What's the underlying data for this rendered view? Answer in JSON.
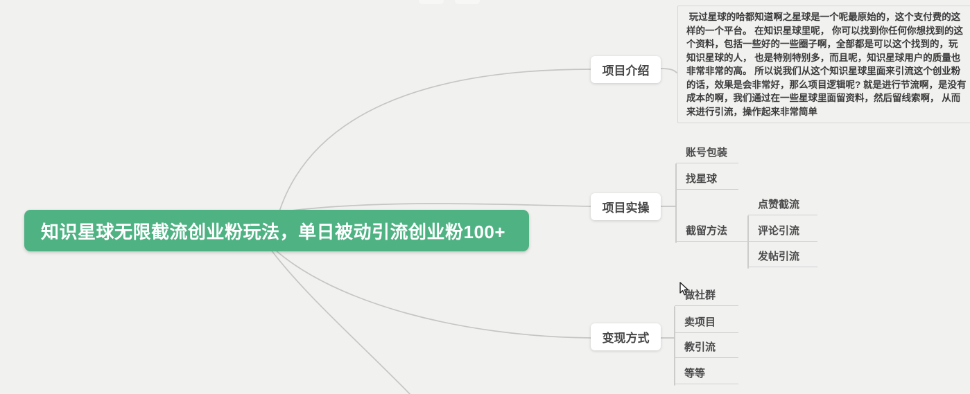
{
  "colors": {
    "background": "#f1f1f0",
    "root_fill": "#4eb283",
    "root_text": "#ffffff",
    "wire": "#c5c5c4",
    "leaf_underline": "#cfcfcf",
    "note_border": "#d7d7d6"
  },
  "mindmap": {
    "root": {
      "label": "知识星球无限截流创业粉玩法，单日被动引流创业粉100+"
    },
    "branches": [
      {
        "label": "项目介绍",
        "note": " 玩过星球的哈都知道啊之星球是一个呢最原始的，这个支付费的这样的一个平台。 在知识星球里呢， 你可以找到你任何你想找到的这个资料，包括一些好的一些圈子啊，全部都是可以这个找到的，玩知识星球的人， 也是特别特别多，而且呢，知识星球用户的质量也非常非常的高。 所以说我们从这个知识星球里面来引流这个创业粉的话，效果是会非常好，那么项目逻辑呢? 就是进行节流啊，是没有成本的啊，我们通过在一些星球里面留资料，然后留线索啊， 从而来进行引流，操作起来非常简单"
      },
      {
        "label": "项目实操",
        "children": [
          {
            "label": "账号包装"
          },
          {
            "label": "找星球"
          },
          {
            "label": "截留方法",
            "children": [
              {
                "label": "点赞截流"
              },
              {
                "label": "评论引流"
              },
              {
                "label": "发帖引流"
              }
            ]
          }
        ]
      },
      {
        "label": "变现方式",
        "children": [
          {
            "label": "做社群"
          },
          {
            "label": "卖项目"
          },
          {
            "label": "教引流"
          },
          {
            "label": "等等"
          }
        ]
      }
    ]
  }
}
